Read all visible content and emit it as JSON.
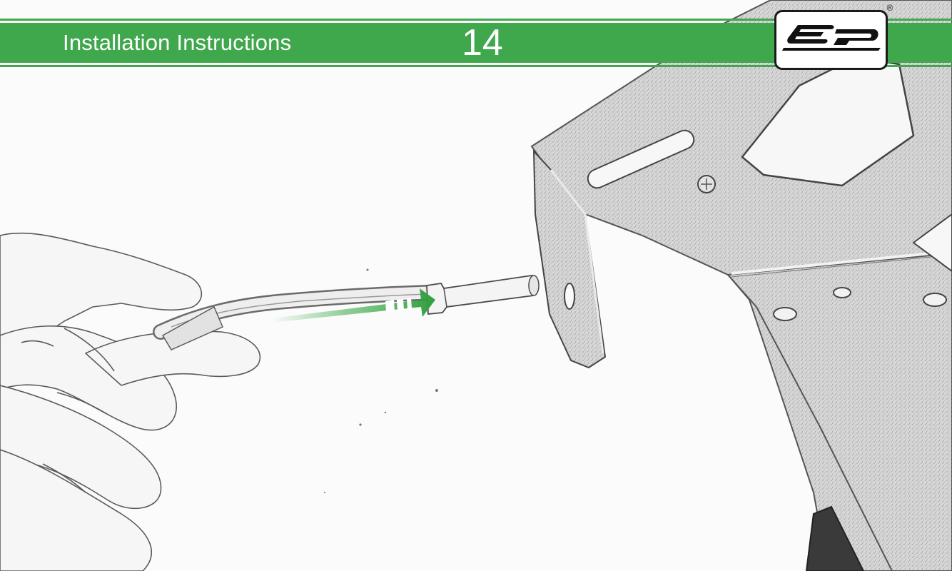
{
  "header": {
    "title": "Installation Instructions",
    "step_number": "14"
  },
  "logo": {
    "alt": "ep",
    "registered_mark": "®"
  },
  "colors": {
    "brand_green": "#3fa74c",
    "arrow_green": "#3aa845",
    "sketch_ink": "#4a4a4a"
  },
  "illustration": {
    "hand_icon": "hand-holding-wire",
    "connector_icon": "plug-connector",
    "bracket_icon": "license-plate-bracket",
    "arrow_icon": "insert-direction-arrow"
  }
}
